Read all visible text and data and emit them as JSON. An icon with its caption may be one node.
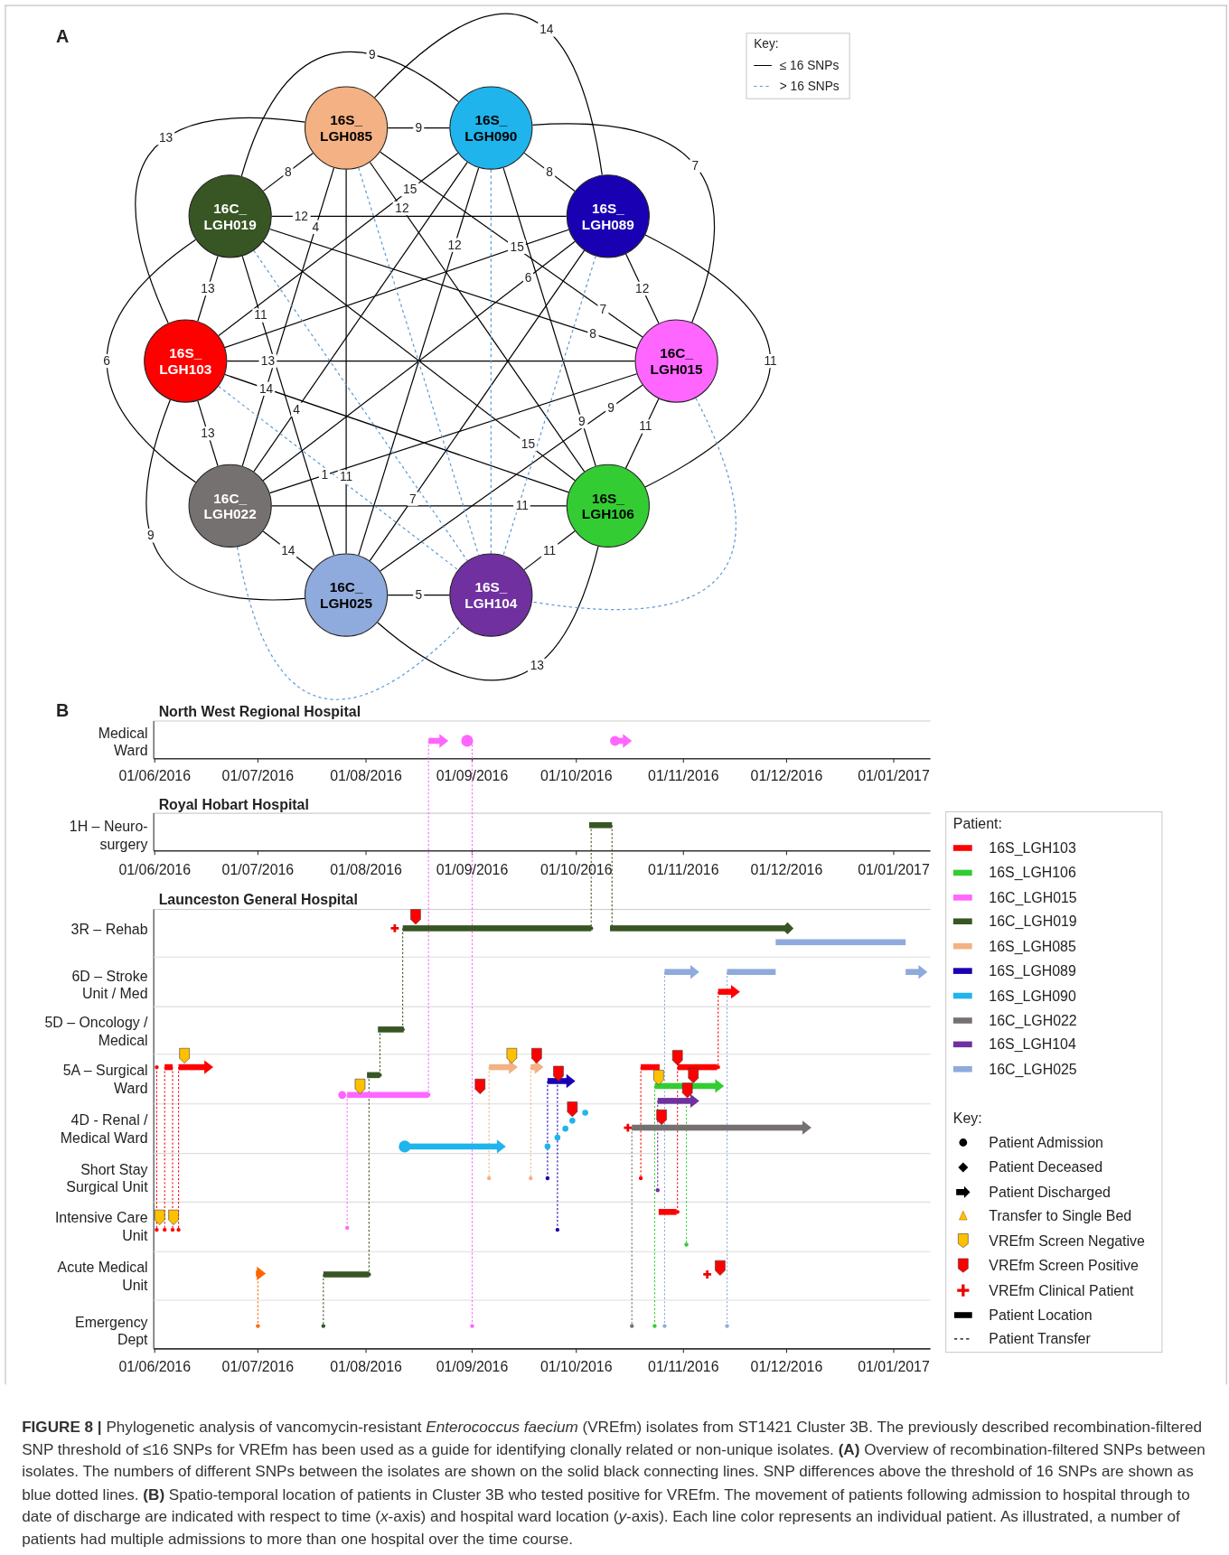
{
  "diagram": {
    "caption": "**FIGURE 8 |** Phylogenetic analysis of vancomycin-resistant *Enterococcus faecium* (VREfm) isolates from ST1421 Cluster 3B. The previously described recombination-filtered SNP threshold of ≤16 SNPs for VREfm has been used as a guide for identifying clonally related or non-unique isolates. **(A)** Overview of recombination-filtered SNPs between isolates. The numbers of different SNPs between the isolates are shown on the solid black connecting lines. SNP differences above the threshold of 16 SNPs are shown as blue dotted lines. **(B)** Spatio-temporal location of patients in Cluster 3B who tested positive for VREfm. The movement of patients following admission to hospital through to date of discharge are indicated with respect to time (*x*-axis) and hospital ward location (*y*-axis). Each line color represents an individual patient. As illustrated, a number of patients had multiple admissions to more than one hospital over the time course.",
    "nodes": [
      {
        "text": [
          "16S_ LGH085"
        ]
      },
      {
        "text": [
          "16S_ LGH090"
        ]
      },
      {
        "text": [
          "16C_ LGH019"
        ]
      },
      {
        "text": [
          "16S_ LGH089"
        ]
      },
      {
        "text": [
          "16S_ LGH103"
        ]
      },
      {
        "text": [
          "16C_ LGH015"
        ]
      },
      {
        "text": [
          "16C_ LGH022"
        ]
      },
      {
        "text": [
          "16S_ LGH106"
        ]
      },
      {
        "text": [
          "16C_ LGH025"
        ]
      },
      {
        "text": [
          "16S_ LGH104"
        ]
      }
    ],
    "edges": [
      {
        "from": 0,
        "to": 1,
        "arrow": "none",
        "label": "9"
      },
      {
        "from": 0,
        "to": 2,
        "arrow": "none",
        "label": "8"
      },
      {
        "from": 1,
        "to": 3,
        "arrow": "none",
        "label": "8"
      },
      {
        "from": 2,
        "to": 3,
        "arrow": "none",
        "label": "12"
      },
      {
        "from": 0,
        "to": 3,
        "arrow": "none",
        "label": "14"
      },
      {
        "from": 2,
        "to": 1,
        "arrow": "none",
        "label": "9"
      },
      {
        "from": 0,
        "to": 4,
        "arrow": "none",
        "label": "13"
      },
      {
        "from": 2,
        "to": 6,
        "arrow": "none",
        "label": "6"
      },
      {
        "from": 4,
        "to": 8,
        "arrow": "none",
        "label": "9"
      },
      {
        "from": 1,
        "to": 5,
        "arrow": "none",
        "label": "7"
      },
      {
        "from": 3,
        "to": 7,
        "arrow": "none",
        "label": "11"
      },
      {
        "from": 8,
        "to": 7,
        "arrow": "none",
        "label": "13"
      },
      {
        "from": 3,
        "to": 5,
        "arrow": "none",
        "label": "12"
      },
      {
        "from": 5,
        "to": 7,
        "arrow": "none",
        "label": "11"
      },
      {
        "from": 7,
        "to": 9,
        "arrow": "none",
        "label": "11"
      },
      {
        "from": 8,
        "to": 9,
        "arrow": "none",
        "label": "5"
      },
      {
        "from": 6,
        "to": 8,
        "arrow": "none",
        "label": "14"
      },
      {
        "from": 6,
        "to": 7,
        "arrow": "none",
        "label": "11"
      },
      {
        "from": 4,
        "to": 2,
        "arrow": "none",
        "label": "13"
      },
      {
        "from": 4,
        "to": 6,
        "arrow": "none",
        "label": "13"
      },
      {
        "from": 4,
        "to": 5,
        "arrow": "none",
        "label": "13"
      },
      {
        "from": 4,
        "to": 7,
        "arrow": "none",
        "label": "14"
      },
      {
        "from": 2,
        "to": 5,
        "arrow": "none",
        "label": "8"
      },
      {
        "from": 0,
        "to": 5,
        "arrow": "none",
        "label": "7"
      },
      {
        "from": 0,
        "to": 7,
        "arrow": "none",
        "label": "12"
      },
      {
        "from": 1,
        "to": 7,
        "arrow": "none",
        "label": "9"
      },
      {
        "from": 2,
        "to": 7,
        "arrow": "none",
        "label": "15"
      },
      {
        "from": 1,
        "to": 4,
        "arrow": "none",
        "label": "15"
      },
      {
        "from": 1,
        "to": 8,
        "arrow": "none",
        "label": "12"
      },
      {
        "from": 3,
        "to": 4,
        "arrow": "none",
        "label": "15"
      },
      {
        "from": 3,
        "to": 6,
        "arrow": "none",
        "label": "6"
      },
      {
        "from": 0,
        "to": 6,
        "arrow": "none",
        "label": "4"
      },
      {
        "from": 1,
        "to": 6,
        "arrow": "none",
        "label": "4"
      },
      {
        "from": 6,
        "to": 5,
        "arrow": "none",
        "label": "1"
      },
      {
        "from": 2,
        "to": 8,
        "arrow": "none",
        "label": "11"
      },
      {
        "from": 0,
        "to": 8,
        "arrow": "none",
        "label": "11"
      },
      {
        "from": 8,
        "to": 3,
        "arrow": "none",
        "label": "7"
      },
      {
        "from": 8,
        "to": 5,
        "arrow": "none",
        "label": "9"
      },
      {
        "from": 0,
        "to": 9,
        "arrow": "none",
        "style": "dashed",
        "color": "#5b9bd5"
      },
      {
        "from": 1,
        "to": 9,
        "arrow": "none",
        "style": "dashed",
        "color": "#5b9bd5"
      },
      {
        "from": 2,
        "to": 9,
        "arrow": "none",
        "style": "dashed",
        "color": "#5b9bd5"
      },
      {
        "from": 3,
        "to": 9,
        "arrow": "none",
        "style": "dashed",
        "color": "#5b9bd5"
      },
      {
        "from": 4,
        "to": 9,
        "arrow": "none",
        "style": "dashed",
        "color": "#5b9bd5"
      },
      {
        "from": 5,
        "to": 9,
        "arrow": "none",
        "style": "dashed",
        "color": "#5b9bd5"
      },
      {
        "from": 6,
        "to": 9,
        "arrow": "none",
        "style": "dashed",
        "color": "#5b9bd5"
      }
    ],
    "labels": [
      "A",
      "Key:",
      "B",
      "North West Regional Hospital",
      "Medical Ward",
      "01/06/2016",
      "01/07/2016",
      "01/08/2016",
      "01/09/2016",
      "01/10/2016",
      "01/11/2016",
      "01/12/2016",
      "01/01/2017",
      "Royal Hobart Hospital",
      "1H – Neuro-surgery",
      "01/06/2016",
      "01/07/2016",
      "01/08/2016",
      "01/09/2016",
      "01/10/2016",
      "01/11/2016",
      "01/12/2016",
      "01/01/2017",
      "Launceston General Hospital",
      "3R – Rehab",
      "6D – Stroke Unit / Med",
      "5D – Oncology / Medical",
      "5A – Surgical Ward",
      "4D - Renal / Medical Ward",
      "Short Stay Surgical Unit",
      "Intensive Care Unit",
      "Acute Medical Unit",
      "Emergency Dept",
      "01/06/2016",
      "01/07/2016",
      "01/08/2016",
      "01/09/2016",
      "01/10/2016",
      "01/11/2016",
      "01/12/2016",
      "01/01/2017",
      "Patient:",
      "Key:"
    ],
    "legend": [
      {
        "text": "≤ 16 SNPs"
      },
      {
        "text": "> 16 SNPs"
      },
      {
        "text": "16S_LGH103",
        "color": "#ff0000"
      },
      {
        "text": "16S_LGH106",
        "color": "#33cc33"
      },
      {
        "text": "16C_LGH015",
        "color": "#ff66ff"
      },
      {
        "text": "16C_LGH019",
        "color": "#375623"
      },
      {
        "text": "16S_LGH085",
        "color": "#f4b183"
      },
      {
        "text": "16S_LGH089",
        "color": "#1a00b3"
      },
      {
        "text": "16S_LGH090",
        "color": "#1fb4ec"
      },
      {
        "text": "16C_LGH022",
        "color": "#767171"
      },
      {
        "text": "16S_LGH104",
        "color": "#7030a0"
      },
      {
        "text": "16C_LGH025",
        "color": "#8faadc"
      },
      {
        "text": "Patient Admission"
      },
      {
        "text": "Patient Deceased"
      },
      {
        "text": "Patient Discharged"
      },
      {
        "text": "Transfer to Single Bed"
      },
      {
        "text": "VREfm Screen Negative"
      },
      {
        "text": "VREfm Screen Positive"
      },
      {
        "text": "VREfm Clinical Patient"
      },
      {
        "text": "Patient Location"
      },
      {
        "text": "Patient Transfer"
      }
    ]
  }
}
